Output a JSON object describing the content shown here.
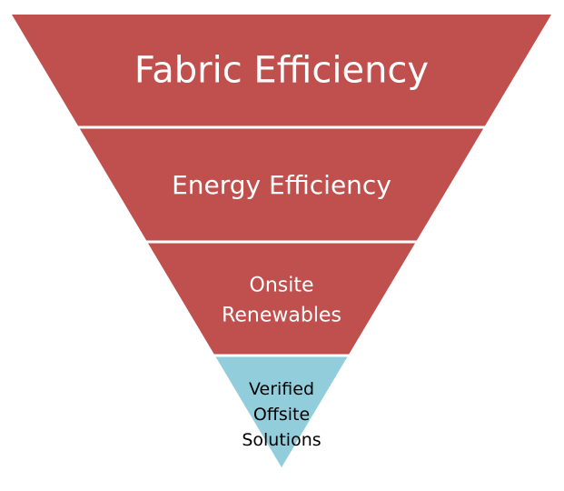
{
  "diagram": {
    "colors": {
      "primary_fill": "#C0504D",
      "accent_fill": "#92CDDC",
      "separator": "#FFFFFF",
      "light_text": "#FFFFFF",
      "dark_text": "#000000"
    },
    "tiers": [
      {
        "id": "fabric-efficiency",
        "lines": [
          "Fabric Efficiency"
        ],
        "fill": "primary",
        "text": "light"
      },
      {
        "id": "energy-efficiency",
        "lines": [
          "Energy Efficiency"
        ],
        "fill": "primary",
        "text": "light"
      },
      {
        "id": "onsite-renewables",
        "lines": [
          "Onsite",
          "Renewables"
        ],
        "fill": "primary",
        "text": "light"
      },
      {
        "id": "verified-offsite-solutions",
        "lines": [
          "Verified",
          "Offsite",
          "Solutions"
        ],
        "fill": "accent",
        "text": "dark"
      }
    ]
  }
}
